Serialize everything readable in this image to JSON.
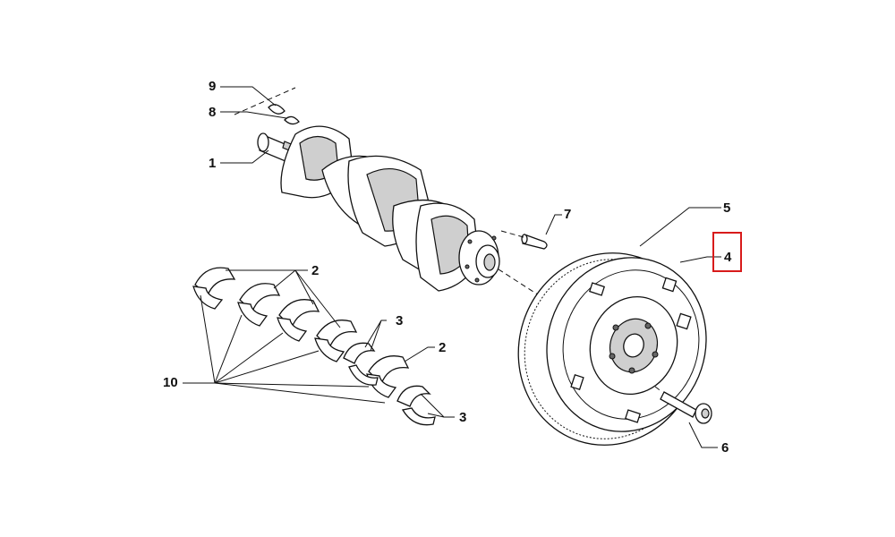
{
  "callouts": {
    "c1": "1",
    "c2a": "2",
    "c2b": "2",
    "c3a": "3",
    "c3b": "3",
    "c4": "4",
    "c5": "5",
    "c6": "6",
    "c7": "7",
    "c8": "8",
    "c9": "9",
    "c10": "10"
  },
  "highlight": {
    "callout": "4",
    "color": "#d81b1b"
  }
}
